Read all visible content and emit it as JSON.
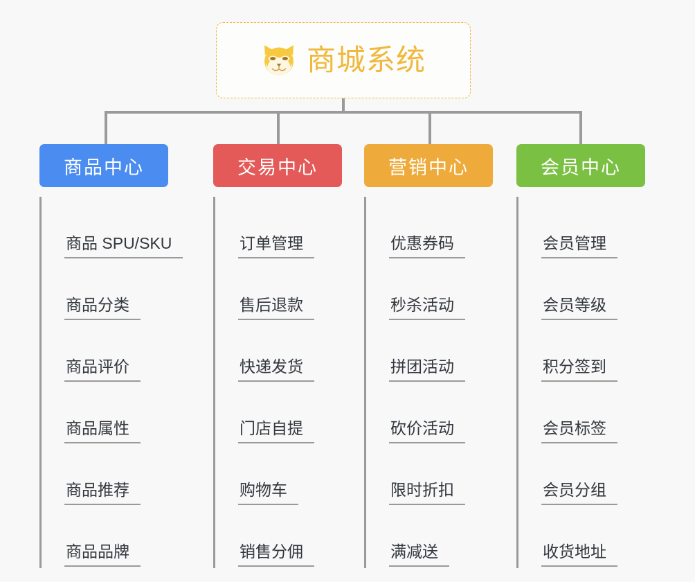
{
  "page": {
    "background_color": "#f8f8f8",
    "line_color": "#9a9a9a"
  },
  "root": {
    "title": "商城系统",
    "icon": "shiba-dog-icon",
    "text_color": "#f0b83c",
    "border_color": "#f0b644"
  },
  "branches": [
    {
      "label": "商品中心",
      "color": "#4a8cf0",
      "items": [
        "商品 SPU/SKU",
        "商品分类",
        "商品评价",
        "商品属性",
        "商品推荐",
        "商品品牌"
      ]
    },
    {
      "label": "交易中心",
      "color": "#e35a58",
      "items": [
        "订单管理",
        "售后退款",
        "快递发货",
        "门店自提",
        "购物车",
        "销售分佣"
      ]
    },
    {
      "label": "营销中心",
      "color": "#eeab3c",
      "items": [
        "优惠券码",
        "秒杀活动",
        "拼团活动",
        "砍价活动",
        "限时折扣",
        "满减送"
      ]
    },
    {
      "label": "会员中心",
      "color": "#7ac043",
      "items": [
        "会员管理",
        "会员等级",
        "积分签到",
        "会员标签",
        "会员分组",
        "收货地址"
      ]
    }
  ],
  "layout": {
    "branch_lefts": [
      57,
      308,
      526,
      746
    ],
    "branch_widths": [
      186,
      186,
      186,
      186
    ],
    "drop_lefts": [
      151,
      400,
      619,
      837
    ]
  }
}
